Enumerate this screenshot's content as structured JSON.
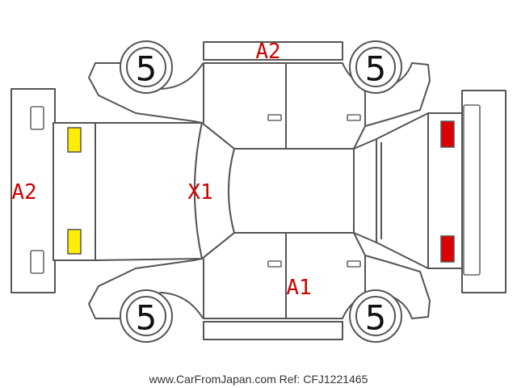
{
  "colors": {
    "outline": "#555555",
    "damage_mark": "#cc0000",
    "front_lamp": "#ffee00",
    "rear_lamp": "#dd0000"
  },
  "wheels": {
    "front_left": "5",
    "rear_left": "5",
    "front_right": "5",
    "rear_right": "5"
  },
  "damage_marks": {
    "top_side": "A2",
    "front_bumper": "A2",
    "hood": "X1",
    "bottom_side": "A1"
  },
  "footer": {
    "text": "www.CarFromJapan.com Ref: CFJ1221465"
  }
}
